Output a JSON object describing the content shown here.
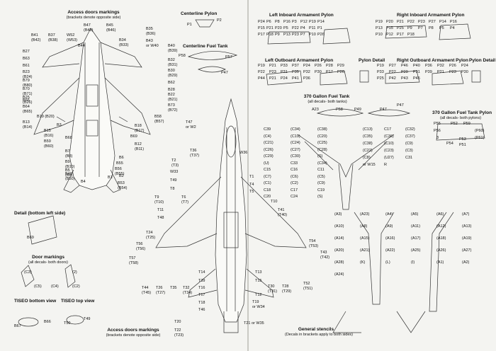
{
  "titles": {
    "access_top": "Access doors markings",
    "access_top_sub": "(brackets denote opposite side)",
    "access_bottom": "Access doors markings",
    "access_bottom_sub": "(brackets denote opposite side)",
    "centerline_pylon": "Centerline Pylon",
    "centerline_tank": "Centerline Fuel Tank",
    "left_inboard": "Left Inboard Armament Pylon",
    "right_inboard": "Right Inboard Armament Pylon",
    "left_outboard": "Left Outboard Armament Pylon",
    "right_outboard": "Right Outboard Armament Pylon",
    "pylon_detail_left": "Pylon Detail",
    "pylon_detail_right": "Pylon Detail",
    "tank370": "370 Gallon Fuel Tank",
    "tank370_sub": "(all decals- both tanks)",
    "pylon370": "370 Gallon Fuel Tank Pylon",
    "pylon370_sub": "(all decals- both pylons)",
    "detail_left": "Detail (bottom left side)",
    "door_markings": "Door markings",
    "door_markings_sub": "(all decals- both doors)",
    "tiseo_bottom": "TISEO bottom view",
    "tiseo_top": "TISEO top view",
    "general": "General stencils",
    "general_sub": "(Decals in brackets apply to both sides)"
  },
  "labels": {
    "b47": "B47\n(B48)",
    "b45": "B45\n(B46)",
    "b41": "B41\n(B42)",
    "b37": "B37\n(B38)",
    "w52": "W52\n(W53)",
    "b34": "B34\n(B33)",
    "b35": "B35\n(B36)",
    "b43": "B43\nor W40",
    "b44": "B44",
    "b27": "B27",
    "b63": "B63",
    "b61": "B61",
    "b23": "B23\n(B24)",
    "b79": "B79\n(B80)",
    "b70": "B70\n(B71)",
    "b25": "B25\n(B26)",
    "b66": "B66",
    "b64": "B64\n(B65)",
    "b19": "B19 (B20)",
    "b13": "B13\n(B14)",
    "b3": "B3",
    "b15": "B15\n(B16)",
    "b59": "B59\n(B60)",
    "b68": "B68",
    "b7": "B7\n(B8)",
    "b9": "B9\n(B10)",
    "b5": "B5\n(B6)",
    "b49": "B49\n(B50)",
    "b4": "B4",
    "b40": "B40\n(B39)",
    "b32": "B32\n(B31)",
    "b30": "B30\n(B29)",
    "b62": "B62",
    "b28": "B28",
    "b22": "B22\n(B21)",
    "b73": "B73\n(B72)",
    "b58": "B58\n(B57)",
    "b18": "B18\n(B17)",
    "b69": "B69",
    "b12": "B12\n(B11)",
    "b86": "B6",
    "b55": "B55",
    "b56": "B56\n(B55)",
    "b2": "B2",
    "b1": "B1",
    "b53": "B53\n(B54)",
    "p1": "P1",
    "p2": "P2",
    "p58": "P58",
    "p57": "P57",
    "p47": "P47",
    "t47": "T47\nor W2",
    "t36": "T36\n(T37)",
    "w36": "W36",
    "t2": "T2\n(T3)",
    "w33": "W33",
    "t49": "T49",
    "t8": "T8",
    "t9": "T9\n(T10)",
    "t6": "T6\n(T7)",
    "t11": "T11",
    "t48": "T48",
    "t1": "T1",
    "t4": "T4",
    "t5": "T5",
    "t10": "T10",
    "t41": "T41\n(T40)",
    "t24": "T24\n(T25)",
    "t56": "T56\n(T56)",
    "t57": "T57\n(T58)",
    "t54": "T54\n(T53)",
    "t43": "T43\n(T42)",
    "t44": "T44\n(T45)",
    "t26": "T26\n(T27)",
    "t35": "T35",
    "t32": "T32\n(T34)",
    "t14": "T14",
    "t39": "T39",
    "t16": "T16",
    "t17": "T17",
    "t18": "T18",
    "t46": "T46",
    "t13": "T13",
    "t15": "T15",
    "t12": "T12",
    "t30": "T30\n(T31)",
    "t28": "T28\n(T29)",
    "t52": "T52\n(T51)",
    "t19": "T19\nor W34",
    "t20": "T20",
    "t22": "T22\n(T23)",
    "t21": "T21 or W35",
    "b69d": "B69",
    "c3": "(C3)",
    "c2": "(2)",
    "c5": "(C5)",
    "c4": "(C4)",
    "c2b": "(C2)",
    "b67": "B67",
    "b66b": "B66",
    "t50": "T50",
    "t49b": "T49",
    "a23": "A23",
    "p58t": "P58",
    "p49": "P49",
    "p47b": "P47",
    "p47c": "P47",
    "p55": "P55",
    "p56": "P56",
    "p52": "P52",
    "p59": "P59",
    "p60": "(P60)",
    "p61": "(P61)",
    "p53": "P53",
    "p54": "P54",
    "p51": "P51",
    "n3": "3"
  },
  "pylon_labels": {
    "li": [
      "P24",
      "P6",
      "P8",
      "P16",
      "P3",
      "P12",
      "P19",
      "P14",
      "P15",
      "P21",
      "P20",
      "P5",
      "P22",
      "P4",
      "P11",
      "P1",
      "P17",
      "P18",
      "P9",
      "P13",
      "P23",
      "P7",
      "P10",
      "P26"
    ],
    "ri": [
      "P19",
      "P20",
      "P21",
      "P22",
      "P23",
      "P27",
      "P14",
      "P16",
      "P13",
      "P15",
      "P25",
      "P9",
      "P7",
      "P8",
      "P5",
      "P4",
      "P10",
      "P12",
      "P17",
      "P18"
    ],
    "lo": [
      "P19",
      "P21",
      "P33",
      "P37",
      "P24",
      "P26",
      "P28",
      "P29",
      "P22",
      "P23",
      "P31",
      "P35",
      "P32",
      "P30",
      "P17",
      "P26",
      "P44",
      "P21",
      "P24",
      "P41",
      "P36"
    ],
    "ro": [
      "P19",
      "P27",
      "P46",
      "P40",
      "P36",
      "P32",
      "P26",
      "P24",
      "P33",
      "P22",
      "P29",
      "P31",
      "P39",
      "P21",
      "P23",
      "P30",
      "P25",
      "P42",
      "P43",
      "P45"
    ]
  },
  "tank_labels": {
    "left": [
      "C39",
      "(C34)",
      "(C38)",
      "(C4)",
      "(C19)",
      "(C20)",
      "(C21)",
      "(C24)",
      "(C25)",
      "(C26)",
      "(C27)",
      "(C28)",
      "(C29)",
      "(C30)",
      "(S)",
      "(U)",
      "C33",
      "(C34)",
      "C15",
      "C16",
      "C11",
      "(C7)",
      "(C6)",
      "(C5)",
      "(C1)",
      "(C2)",
      "(C9)",
      "C18",
      "C17",
      "C19",
      "C20",
      "C24",
      "(S)"
    ],
    "right": [
      "(C13)",
      "C17",
      "(C32)",
      "(C35)",
      "(C36)",
      "(C37)",
      "(C38)",
      "(C10)",
      "(C9)",
      "(C22)",
      "(C23)",
      "(C3)",
      "(C8)",
      "(U27)",
      "C31",
      "or W15",
      "R"
    ]
  },
  "stencil_labels": [
    "(A3)",
    "(A23)",
    "(A4)",
    "(A5)",
    "(A6)",
    "(A7)",
    "(A10)",
    "(A8)",
    "(A9)",
    "(A11)",
    "(A12)",
    "(A13)",
    "(A14)",
    "(A15)",
    "(A16)",
    "(A17)",
    "(A18)",
    "(A19)",
    "(A20)",
    "(A21)",
    "(A22)",
    "(A25)",
    "(A26)",
    "(A27)",
    "(A28)",
    "(K)",
    "(L)",
    "(I)",
    "(A1)",
    "(A2)",
    "(A24)"
  ]
}
